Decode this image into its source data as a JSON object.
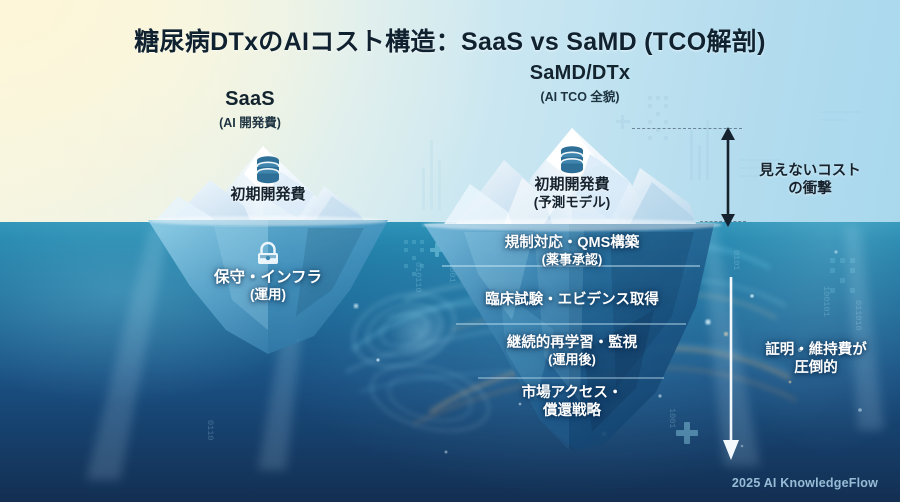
{
  "title": "糖尿病DTxのAIコスト構造：SaaS vs SaMD (TCO解剖)",
  "columns": {
    "left": {
      "heading": "SaaS",
      "subheading": "(AI 開発費)",
      "above_water": [
        {
          "icon": "database-icon",
          "line1": "初期開発費",
          "line2": ""
        }
      ],
      "below_water": [
        {
          "icon": "lock-icon",
          "line1": "保守・インフラ",
          "line2": "(運用)"
        }
      ]
    },
    "right": {
      "heading": "SaMD/DTx",
      "subheading": "(AI TCO 全貌)",
      "above_water": [
        {
          "icon": "database-icon",
          "line1": "初期開発費",
          "line2": "(予測モデル)"
        }
      ],
      "below_water": [
        {
          "icon": "",
          "line1": "規制対応・QMS構築",
          "line2": "(薬事承認)"
        },
        {
          "icon": "",
          "line1": "臨床試験・エビデンス取得",
          "line2": ""
        },
        {
          "icon": "",
          "line1": "継続的再学習・監視",
          "line2": "(運用後)"
        },
        {
          "icon": "",
          "line1": "市場アクセス・",
          "line2": "償還戦略"
        }
      ]
    }
  },
  "annotations": {
    "top": {
      "line1": "見えないコスト",
      "line2": "の衝撃",
      "arrow": "double-arrow-vertical-icon"
    },
    "bottom": {
      "line1": "証明・維持費が",
      "line2": "圧倒的",
      "arrow": "down-arrow-icon"
    }
  },
  "footer": "2025 AI KnowledgeFlow",
  "colors": {
    "sky_warm": "#f3f5e6",
    "sky_blue": "#a9d8ed",
    "sea_top": "#2e93b7",
    "sea_bottom": "#132f52",
    "ice_light": "#ffffff",
    "ice_shadow": "#cfe4f2",
    "ice_deep": "#1d4f7c",
    "title_color": "#10222f",
    "footer_color": "#9fc4dd",
    "accent_cyan": "#7fd8ef",
    "accent_amber": "#e8a060"
  }
}
